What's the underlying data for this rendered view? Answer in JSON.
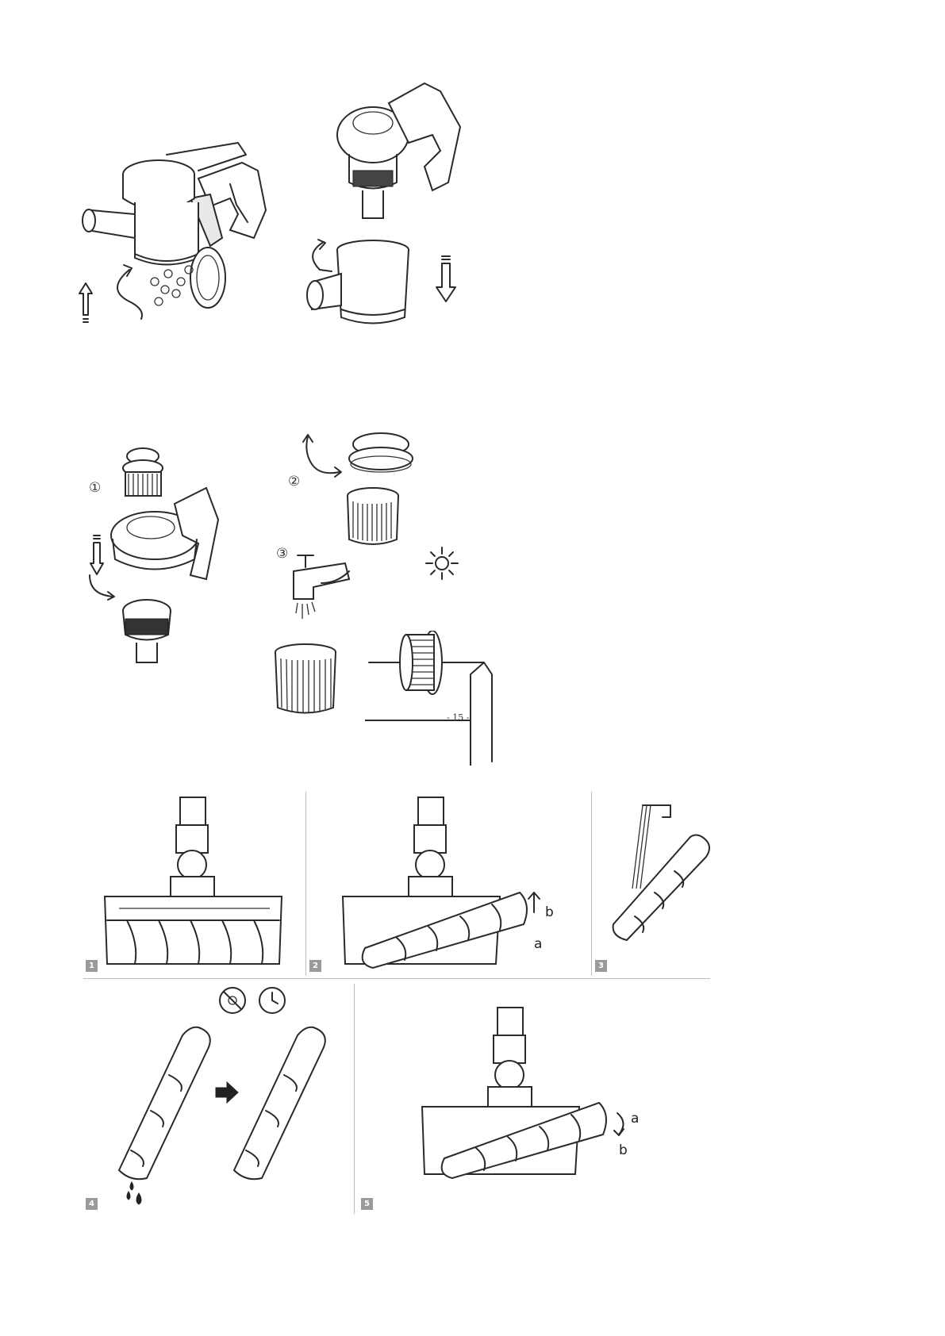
{
  "section_top": {
    "left_figure": "empty-dust-cup",
    "right_figure": "remove-dust-cup"
  },
  "section_filter": {
    "steps": [
      "①",
      "②",
      "③"
    ],
    "page_number": "- 15 -"
  },
  "section_roller": {
    "panels": [
      {
        "badge": "1"
      },
      {
        "badge": "2",
        "label_a": "a",
        "label_b": "b"
      },
      {
        "badge": "3"
      },
      {
        "badge": "4"
      },
      {
        "badge": "5",
        "label_a": "a",
        "label_b": "b"
      }
    ]
  },
  "icons": [
    "arrow-up-icon",
    "rotate-icon",
    "arrow-down-icon",
    "tap-icon",
    "sun-icon",
    "no-sun-icon",
    "clock-icon",
    "right-arrow-icon",
    "water-drops-icon"
  ]
}
